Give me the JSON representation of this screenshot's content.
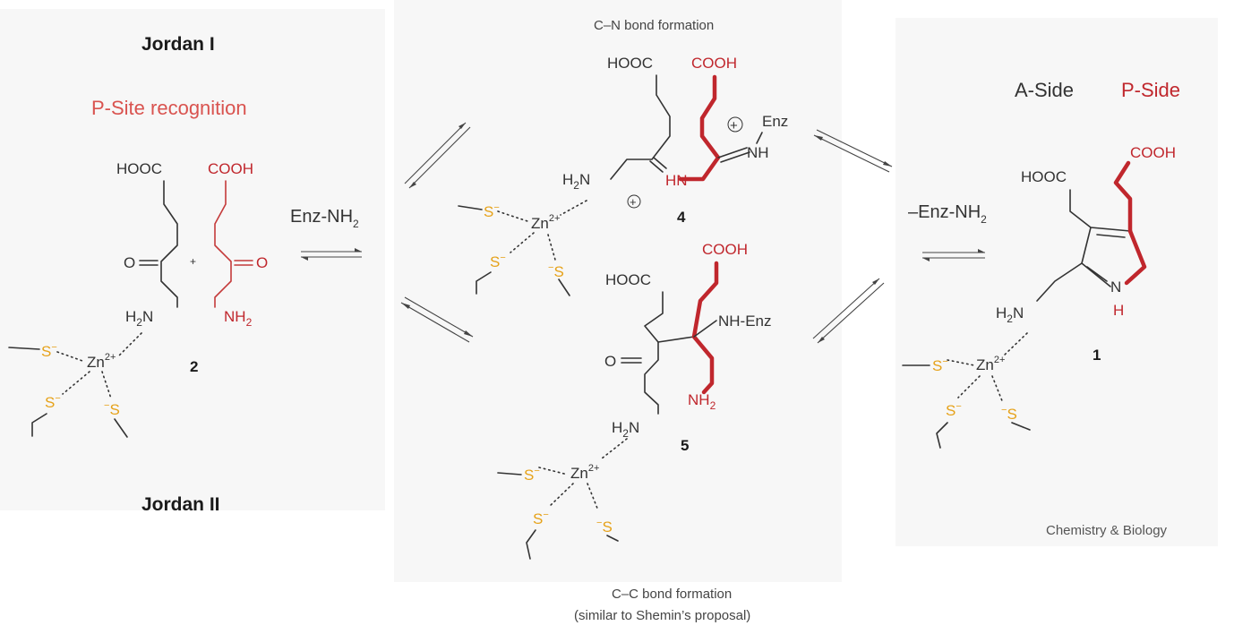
{
  "headings": {
    "jordan1": "Jordan I",
    "jordan2": "Jordan II",
    "psite": "P-Site recognition",
    "cn": "C–N bond formation",
    "cc_line1": "C–C bond formation",
    "cc_line2": "(similar to Shemin’s proposal)",
    "a_side": "A-Side",
    "p_side": "P-Side",
    "credit": "Chemistry & Biology"
  },
  "reagents": {
    "enz": "Enz-NH",
    "enz_minus": "–Enz-NH",
    "sub2": "2"
  },
  "compounds": {
    "c1": "1",
    "c2": "2",
    "c4": "4",
    "c5": "5"
  },
  "groups": {
    "hooc": "HOOC",
    "cooh": "COOH",
    "h2n_h": "H",
    "h2n_n": "N",
    "nh2_n": "NH",
    "two": "2",
    "o": "O",
    "plus_sign": "+",
    "hn": "HN",
    "nh": "NH",
    "enz": "Enz",
    "nh_enz": "NH-Enz",
    "ring_n": "N",
    "ring_h": "H",
    "plus": "+",
    "minus": "−"
  },
  "zinc": {
    "zn": "Zn",
    "charge": "2+",
    "s": "S"
  },
  "colors": {
    "p_side": "#c0272d",
    "sulfur": "#e6a21a",
    "bonds": "#333333"
  }
}
